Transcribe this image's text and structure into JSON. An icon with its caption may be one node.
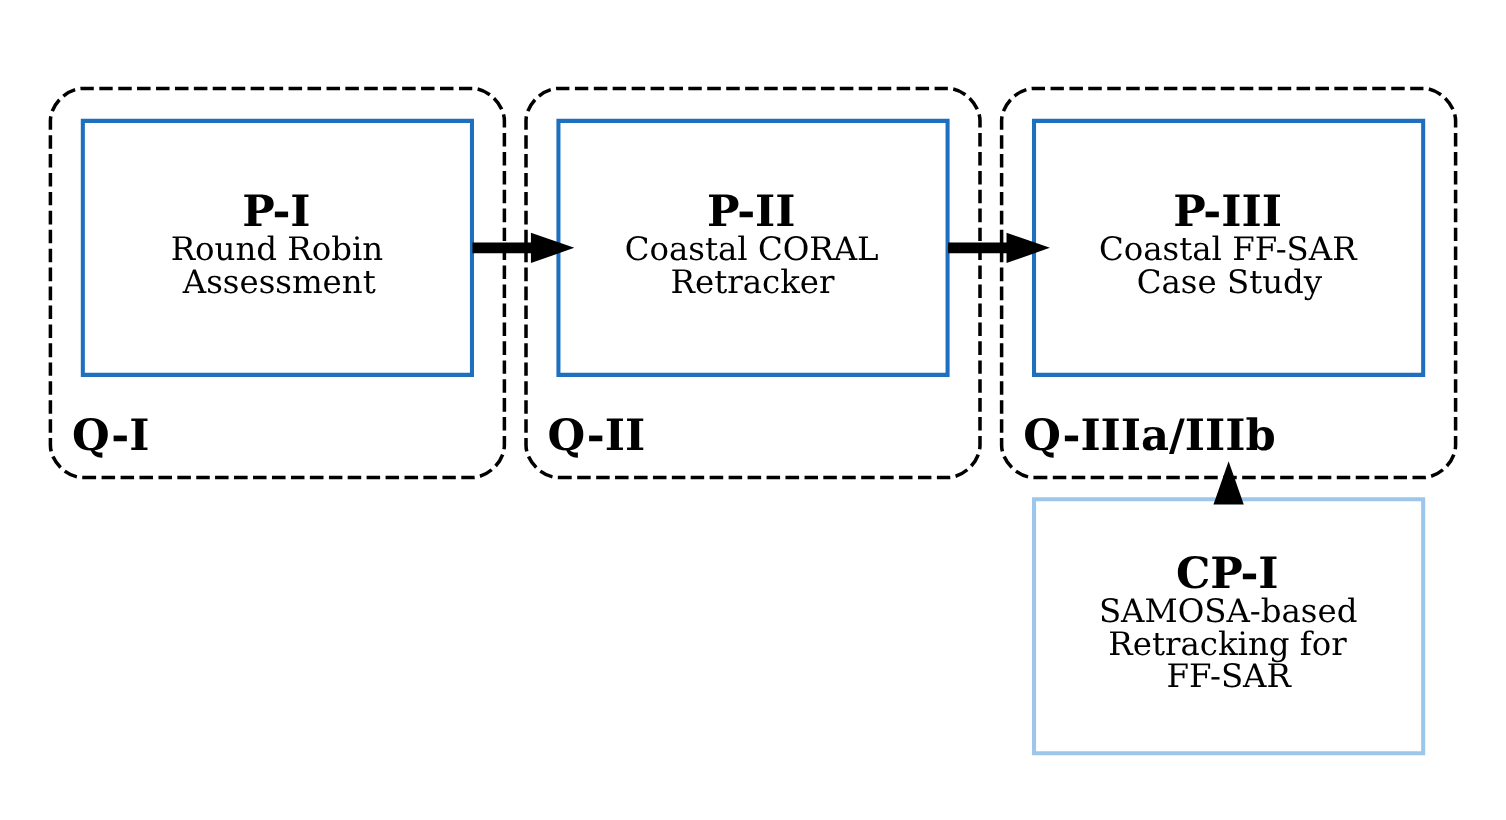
{
  "diagram": {
    "nodes": [
      {
        "text": [
          "Q-I"
        ]
      },
      {
        "text": [
          "P-I",
          "Round Robin Assessment"
        ],
        "in": 0
      },
      {
        "text": [
          "Q-II"
        ]
      },
      {
        "text": [
          "P-II",
          "Coastal CORAL Retracker"
        ],
        "in": 2
      },
      {
        "text": [
          "Q-IIIa/IIIb"
        ]
      },
      {
        "text": [
          "P-III",
          "Coastal FF-SAR Case Study"
        ],
        "in": 4
      },
      {
        "text": [
          "CP-I",
          "SAMOSA-based Retracking for FF-SAR"
        ]
      }
    ],
    "edges": [
      {
        "from": 1,
        "to": 3,
        "arrow": "to"
      },
      {
        "from": 3,
        "to": 5,
        "arrow": "to"
      },
      {
        "from": 6,
        "to": 4,
        "arrow": "to"
      }
    ]
  }
}
